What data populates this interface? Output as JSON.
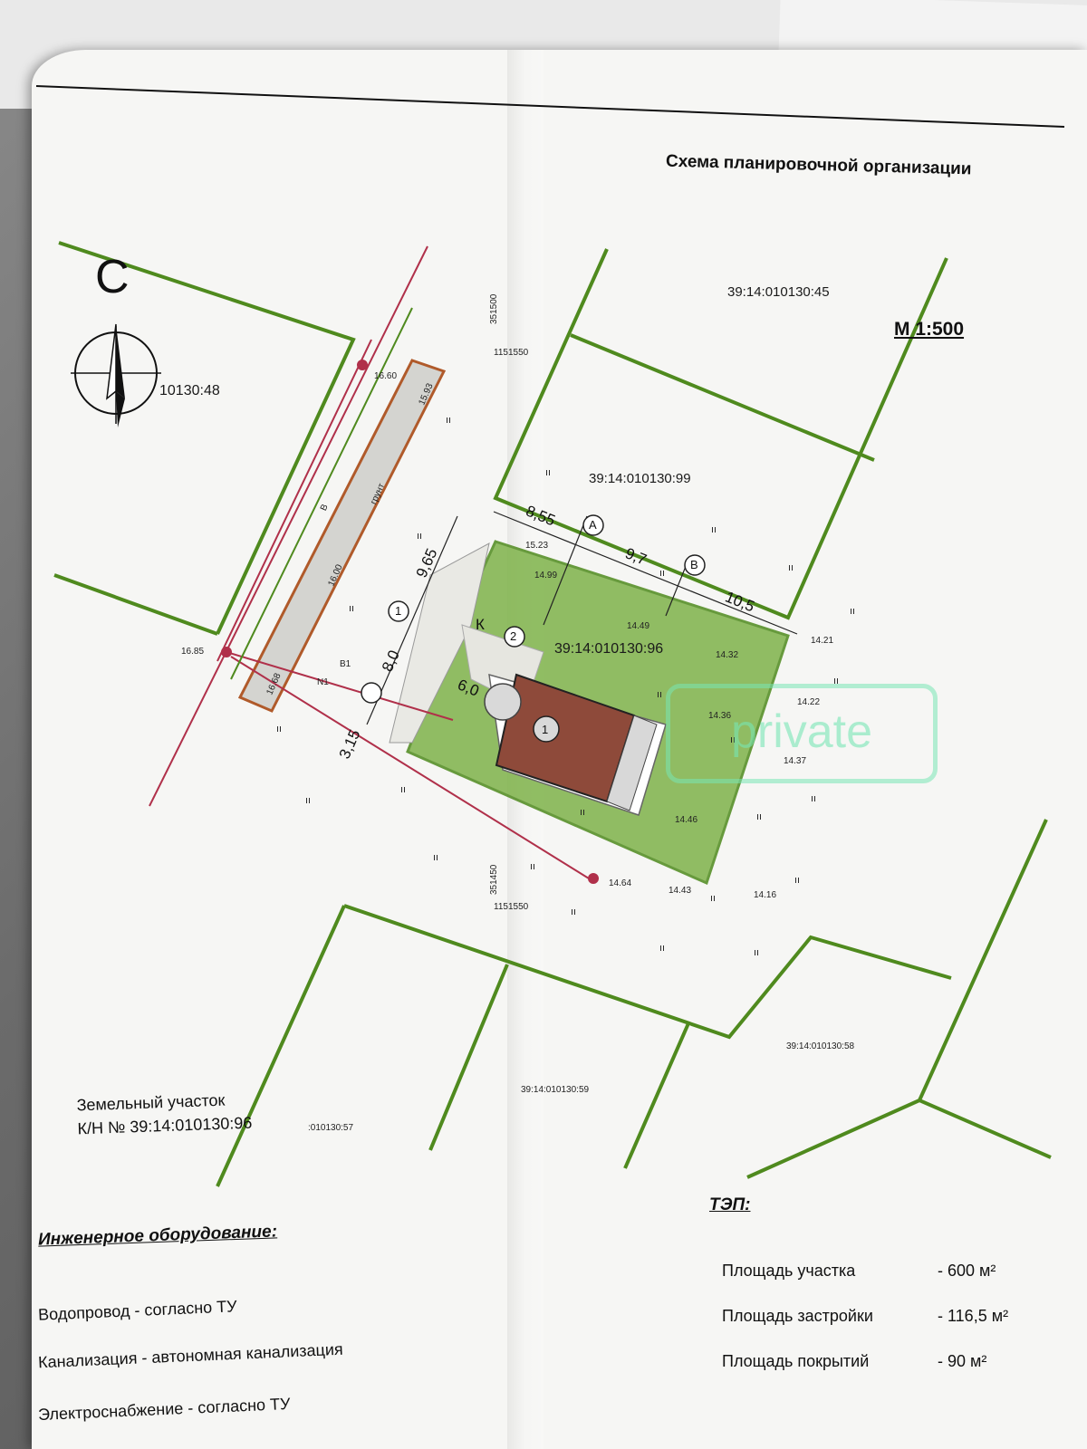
{
  "title": "Схема планировочной организации",
  "scale": "М 1:500",
  "north_letter": "С",
  "parcels": {
    "north_45": "39:14:010130:45",
    "n99": "39:14:010130:99",
    "n96": "39:14:010130:96",
    "n48": "10130:48",
    "n58": "39:14:010130:58",
    "n59": "39:14:010130:59",
    "n57": ":010130:57"
  },
  "coords": {
    "y_top": "351500",
    "x_top": "1151550",
    "y_bottom": "351450",
    "x_bottom": "1151550"
  },
  "dimensions": [
    "8,55",
    "9,7",
    "10,5",
    "9,65",
    "8,0",
    "3,15",
    "6,0"
  ],
  "axis_labels": [
    "А",
    "В",
    "1",
    "2",
    "К"
  ],
  "elevations": [
    "16.60",
    "16.85",
    "16.68",
    "15.93",
    "16.00",
    "15.23",
    "14.99",
    "14.49",
    "14.21",
    "14.32",
    "14.22",
    "14.36",
    "14.37",
    "14.46",
    "14.64",
    "14.43",
    "14.16"
  ],
  "road_label": "грунт",
  "network_labels": [
    "В",
    "N1",
    "В1"
  ],
  "building_number": "1",
  "lot_caption": {
    "line1": "Земельный участок",
    "line2": "К/Н № 39:14:010130:96"
  },
  "engineering": {
    "title": "Инженерное оборудование:",
    "items": [
      "Водопровод - согласно ТУ",
      "Канализация - автономная канализация",
      "Электроснабжение -  согласно ТУ"
    ]
  },
  "tep": {
    "title": "ТЭП:",
    "rows": [
      {
        "label": "Площадь участка",
        "value": "- 600 м²"
      },
      {
        "label": "Площадь застройки",
        "value": "- 116,5 м²"
      },
      {
        "label": "Площадь покрытий",
        "value": "-  90 м²"
      }
    ]
  },
  "watermark": "private",
  "colors": {
    "boundary": "#4f8a1e",
    "parcel_fill": "#7fb34a",
    "building": "#8e4a3a",
    "utility": "#b0304a",
    "road": "#b05a2a"
  }
}
